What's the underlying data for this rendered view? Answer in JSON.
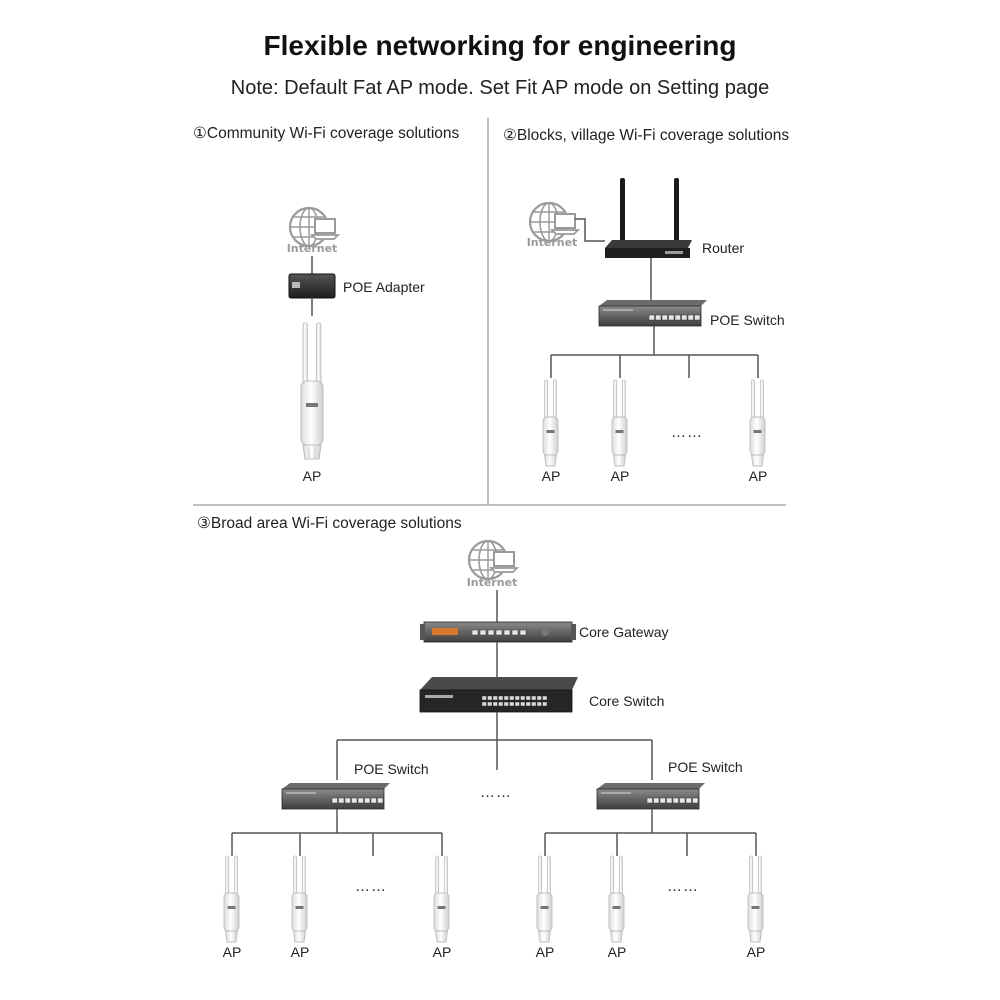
{
  "title": "Flexible networking for engineering",
  "note": "Note: Default Fat AP mode. Set Fit AP mode on Setting page",
  "sections": [
    {
      "title": "①Community Wi-Fi coverage solutions",
      "internet_label": "Internet",
      "poe_adapter_label": "POE Adapter",
      "ap_label": "AP"
    },
    {
      "title": "②Blocks, village Wi-Fi coverage solutions",
      "internet_label": "Internet",
      "router_label": "Router",
      "poe_switch_label": "POE Switch",
      "ap_labels": [
        "AP",
        "AP",
        "AP"
      ],
      "ellipsis": "……"
    },
    {
      "title": "③Broad area Wi-Fi coverage solutions",
      "internet_label": "Internet",
      "core_gateway_label": "Core Gateway",
      "core_switch_label": "Core Switch",
      "poe_switch_labels": [
        "POE Switch",
        "POE Switch"
      ],
      "middle_ellipsis": "……",
      "left_group": {
        "ap_labels": [
          "AP",
          "AP",
          "AP"
        ],
        "ellipsis": "……"
      },
      "right_group": {
        "ap_labels": [
          "AP",
          "AP",
          "AP"
        ],
        "ellipsis": "……"
      }
    }
  ]
}
